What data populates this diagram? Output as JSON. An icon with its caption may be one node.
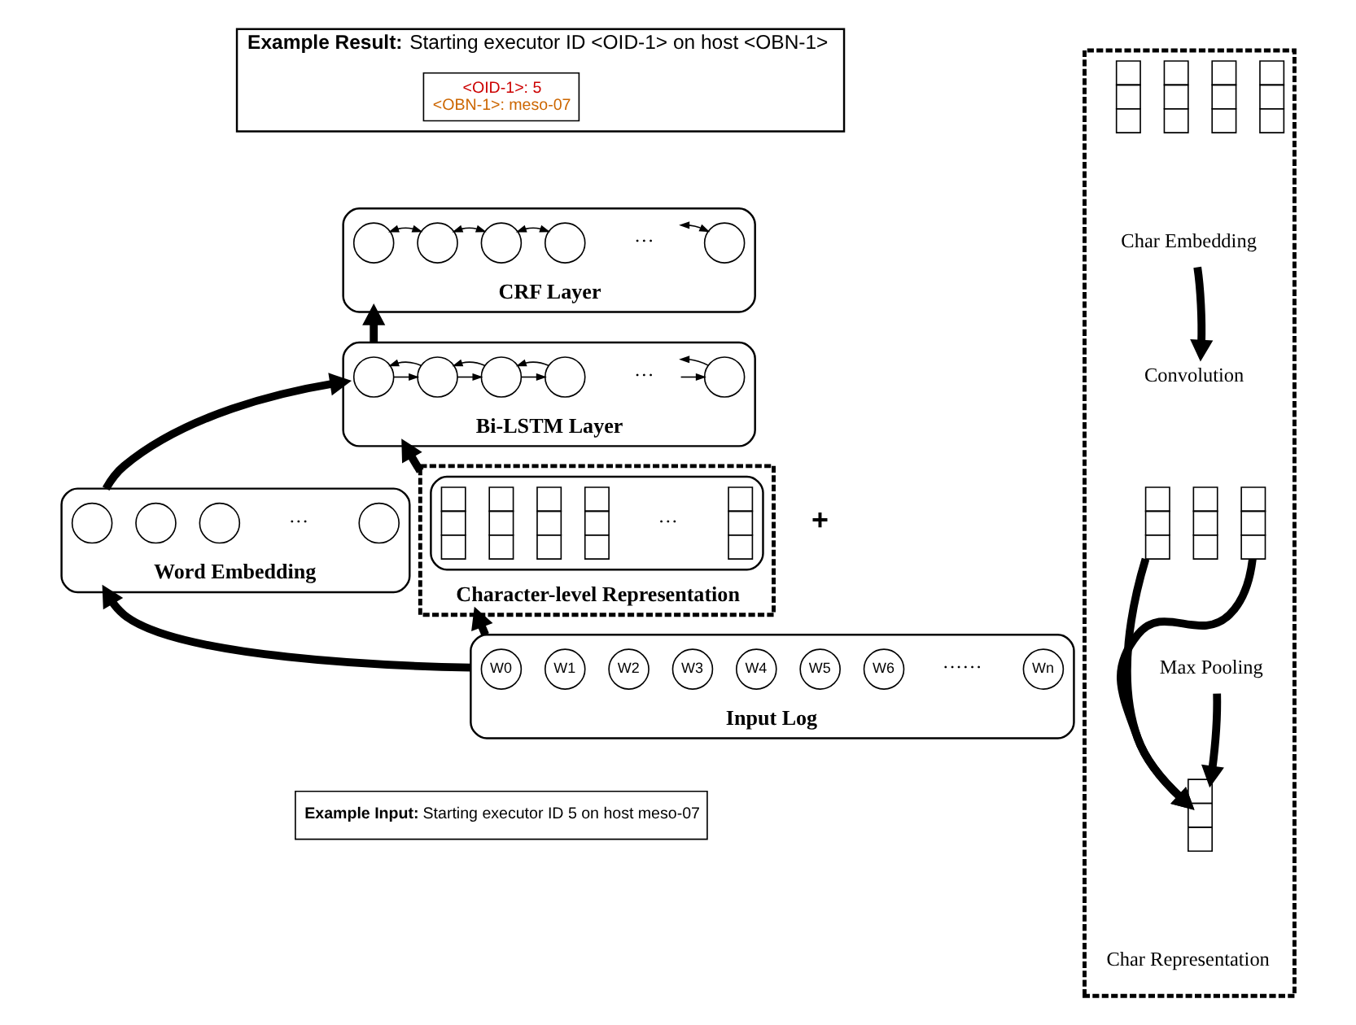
{
  "diagram": {
    "nodes": [
      {
        "text": [
          "**Example Result:** Starting executor ID <OID-1> on host <OBN-1>"
        ]
      },
      {
        "text": [
          "<OID-1>: 5",
          "<OBN-1>: meso-07"
        ],
        "in": 0
      },
      {
        "text": [
          "CRF Layer"
        ]
      },
      {
        "text": [],
        "shape": "circle",
        "in": 2
      },
      {
        "text": [],
        "shape": "circle",
        "in": 2
      },
      {
        "text": [],
        "shape": "circle",
        "in": 2
      },
      {
        "text": [],
        "shape": "circle",
        "in": 2
      },
      {
        "text": [
          "···"
        ],
        "in": 2
      },
      {
        "text": [],
        "shape": "circle",
        "in": 2
      },
      {
        "text": [
          "Bi-LSTM Layer"
        ]
      },
      {
        "text": [],
        "shape": "circle",
        "in": 9
      },
      {
        "text": [],
        "shape": "circle",
        "in": 9
      },
      {
        "text": [],
        "shape": "circle",
        "in": 9
      },
      {
        "text": [],
        "shape": "circle",
        "in": 9
      },
      {
        "text": [
          "···"
        ],
        "in": 9
      },
      {
        "text": [],
        "shape": "circle",
        "in": 9
      },
      {
        "text": [
          "Word Embedding"
        ]
      },
      {
        "text": [],
        "shape": "circle",
        "in": 16
      },
      {
        "text": [],
        "shape": "circle",
        "in": 16
      },
      {
        "text": [],
        "shape": "circle",
        "in": 16
      },
      {
        "text": [
          "···"
        ],
        "in": 16
      },
      {
        "text": [],
        "shape": "circle",
        "in": 16
      },
      {
        "text": [
          "Character-level Representation"
        ]
      },
      {
        "text": [],
        "shape": "box",
        "in": 22
      },
      {
        "text": [],
        "shape": "bar",
        "in": 23
      },
      {
        "text": [],
        "shape": "bar",
        "in": 23
      },
      {
        "text": [],
        "shape": "bar",
        "in": 23
      },
      {
        "text": [],
        "shape": "bar",
        "in": 23
      },
      {
        "text": [
          "···"
        ],
        "in": 23
      },
      {
        "text": [],
        "shape": "bar",
        "in": 23
      },
      {
        "text": [
          "Input Log"
        ]
      },
      {
        "text": [
          "W0"
        ],
        "in": 30
      },
      {
        "text": [
          "W1"
        ],
        "in": 30
      },
      {
        "text": [
          "W2"
        ],
        "in": 30
      },
      {
        "text": [
          "W3"
        ],
        "in": 30
      },
      {
        "text": [
          "W4"
        ],
        "in": 30
      },
      {
        "text": [
          "W5"
        ],
        "in": 30
      },
      {
        "text": [
          "W6"
        ],
        "in": 30
      },
      {
        "text": [
          "······"
        ],
        "in": 30
      },
      {
        "text": [
          "Wn"
        ],
        "in": 30
      },
      {
        "text": [],
        "shape": "box"
      },
      {
        "text": [],
        "shape": "bar",
        "in": 40
      },
      {
        "text": [],
        "shape": "bar",
        "in": 40
      },
      {
        "text": [],
        "shape": "bar",
        "in": 40
      },
      {
        "text": [],
        "shape": "bar",
        "in": 40
      },
      {
        "text": [
          "Char Embedding"
        ],
        "in": 40
      },
      {
        "text": [
          "Convolution"
        ],
        "in": 40
      },
      {
        "text": [],
        "shape": "bar",
        "in": 40
      },
      {
        "text": [],
        "shape": "bar",
        "in": 40
      },
      {
        "text": [],
        "shape": "bar",
        "in": 40
      },
      {
        "text": [
          "Max Pooling"
        ],
        "in": 40
      },
      {
        "text": [],
        "shape": "bar",
        "in": 40
      },
      {
        "text": [
          "Char Representation"
        ],
        "in": 40
      },
      {
        "text": [
          "**Example Input:** Starting executor ID 5 on host meso-07"
        ]
      }
    ],
    "edges": [
      {
        "from": 3,
        "to": 4,
        "arrow": "both"
      },
      {
        "from": 4,
        "to": 5,
        "arrow": "both"
      },
      {
        "from": 5,
        "to": 6,
        "arrow": "both"
      },
      {
        "from": 7,
        "to": 8,
        "arrow": "both"
      },
      {
        "from": 10,
        "to": 11,
        "arrow": "to"
      },
      {
        "from": 11,
        "to": 10,
        "arrow": "to"
      },
      {
        "from": 11,
        "to": 12,
        "arrow": "to"
      },
      {
        "from": 12,
        "to": 11,
        "arrow": "to"
      },
      {
        "from": 12,
        "to": 13,
        "arrow": "to"
      },
      {
        "from": 13,
        "to": 12,
        "arrow": "to"
      },
      {
        "from": 14,
        "to": 15,
        "arrow": "to"
      },
      {
        "from": 15,
        "to": 14,
        "arrow": "to"
      },
      {
        "from": 30,
        "to": 16,
        "arrow": "to",
        "style": "thick"
      },
      {
        "from": 30,
        "to": 22,
        "arrow": "to",
        "style": "thick"
      },
      {
        "from": 16,
        "to": 9,
        "arrow": "to",
        "style": "thick"
      },
      {
        "from": 22,
        "to": 9,
        "arrow": "to",
        "style": "thick"
      },
      {
        "from": 9,
        "to": 2,
        "arrow": "to",
        "style": "thick"
      },
      {
        "from": 45,
        "to": 46,
        "arrow": "to",
        "style": "thick"
      },
      {
        "from": 50,
        "to": 51,
        "arrow": "to",
        "style": "thick"
      },
      {
        "from": 47,
        "to": 51,
        "arrow": "to",
        "style": "thick"
      },
      {
        "from": 49,
        "to": 51,
        "arrow": "to",
        "style": "thick"
      }
    ],
    "labels": [
      "+"
    ]
  }
}
